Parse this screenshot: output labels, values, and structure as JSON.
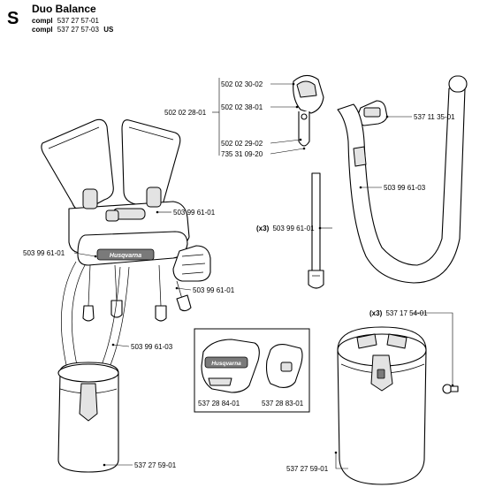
{
  "header": {
    "section_letter": "S",
    "title": "Duo Balance",
    "line1_prefix": "compl",
    "line1_number": "537 27 57-01",
    "line2_prefix": "compl",
    "line2_number": "537 27 57-03",
    "line2_suffix": "US"
  },
  "brand": "Husqvarna",
  "labels": {
    "hook_group": "502 02 28-01",
    "hook_top": "502 02 30-02",
    "hook_mid": "502 02 38-01",
    "hook_low": "502 02 29-02",
    "hook_bottom": "735 31 09-20",
    "buckle": "537 11 35-01",
    "hose": "503 99 61-03",
    "strap_qty": "(x3)",
    "strap": "503 99 61-01",
    "harness_right": "503 99 61-01",
    "harness_left": "503 99 61-01",
    "harness_lower": "503 99 61-01",
    "harness_hose": "503 99 61-03",
    "screw_qty": "(x3)",
    "screw": "537 17 54-01",
    "cover_left": "537 28 84-01",
    "cover_right": "537 28 83-01",
    "bag_left": "537 27 59-01",
    "bag_right": "537 27 59-01"
  }
}
